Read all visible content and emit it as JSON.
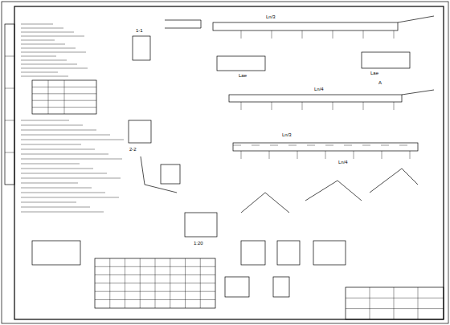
{
  "diagram": {
    "labels": [
      "1-1",
      "2-2",
      "Lae",
      "Ln/3",
      "Ln/4",
      "Ln/3",
      "Lae",
      "Ln/4",
      "A",
      "1:20"
    ]
  }
}
